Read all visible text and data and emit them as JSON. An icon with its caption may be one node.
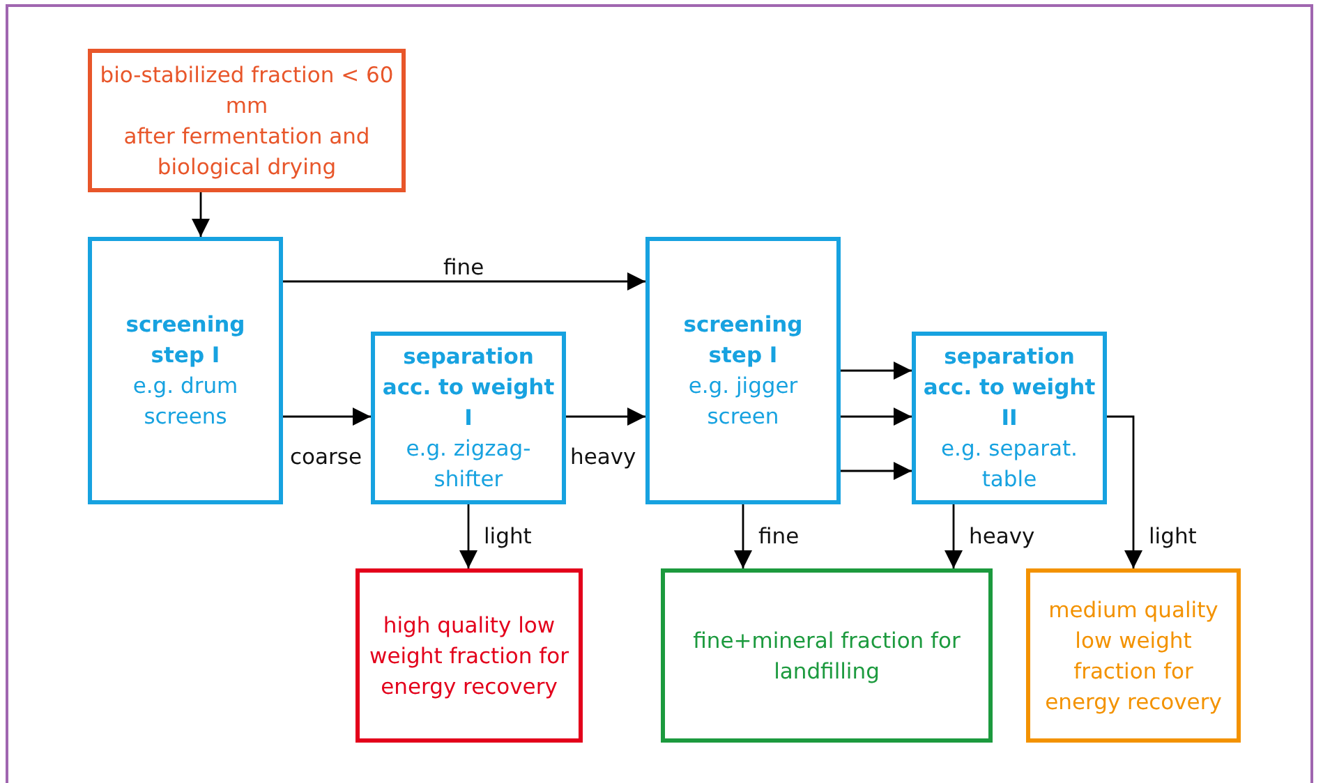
{
  "diagram": {
    "nodes": [
      {
        "text": [
          "bio-stabilized fraction < 60 mm",
          "after fermentation and biological drying"
        ]
      },
      {
        "text": [
          "screening step I",
          "e.g. drum screens"
        ]
      },
      {
        "text": [
          "separation acc. to weight I",
          "e.g. zigzag-shifter"
        ]
      },
      {
        "text": [
          "screening step I",
          "e.g. jigger screen"
        ]
      },
      {
        "text": [
          "separation acc. to weight II",
          "e.g. separat. table"
        ]
      },
      {
        "text": [
          "high quality low weight fraction for energy recovery"
        ]
      },
      {
        "text": [
          "fine+mineral fraction for landfilling"
        ]
      },
      {
        "text": [
          "medium quality low weight fraction for energy recovery"
        ]
      }
    ],
    "edges": [
      {
        "from": 0,
        "to": 1,
        "arrow": "to"
      },
      {
        "from": 1,
        "to": 3,
        "arrow": "to",
        "label": "fine"
      },
      {
        "from": 1,
        "to": 2,
        "arrow": "to",
        "label": "coarse"
      },
      {
        "from": 2,
        "to": 3,
        "arrow": "to",
        "label": "heavy"
      },
      {
        "from": 3,
        "to": 4,
        "arrow": "to"
      },
      {
        "from": 3,
        "to": 4,
        "arrow": "to"
      },
      {
        "from": 3,
        "to": 4,
        "arrow": "to"
      },
      {
        "from": 2,
        "to": 5,
        "arrow": "to",
        "label": "light"
      },
      {
        "from": 3,
        "to": 6,
        "arrow": "to",
        "label": "fine"
      },
      {
        "from": 4,
        "to": 6,
        "arrow": "to",
        "label": "heavy"
      },
      {
        "from": 4,
        "to": 7,
        "arrow": "to",
        "label": "light"
      }
    ]
  }
}
